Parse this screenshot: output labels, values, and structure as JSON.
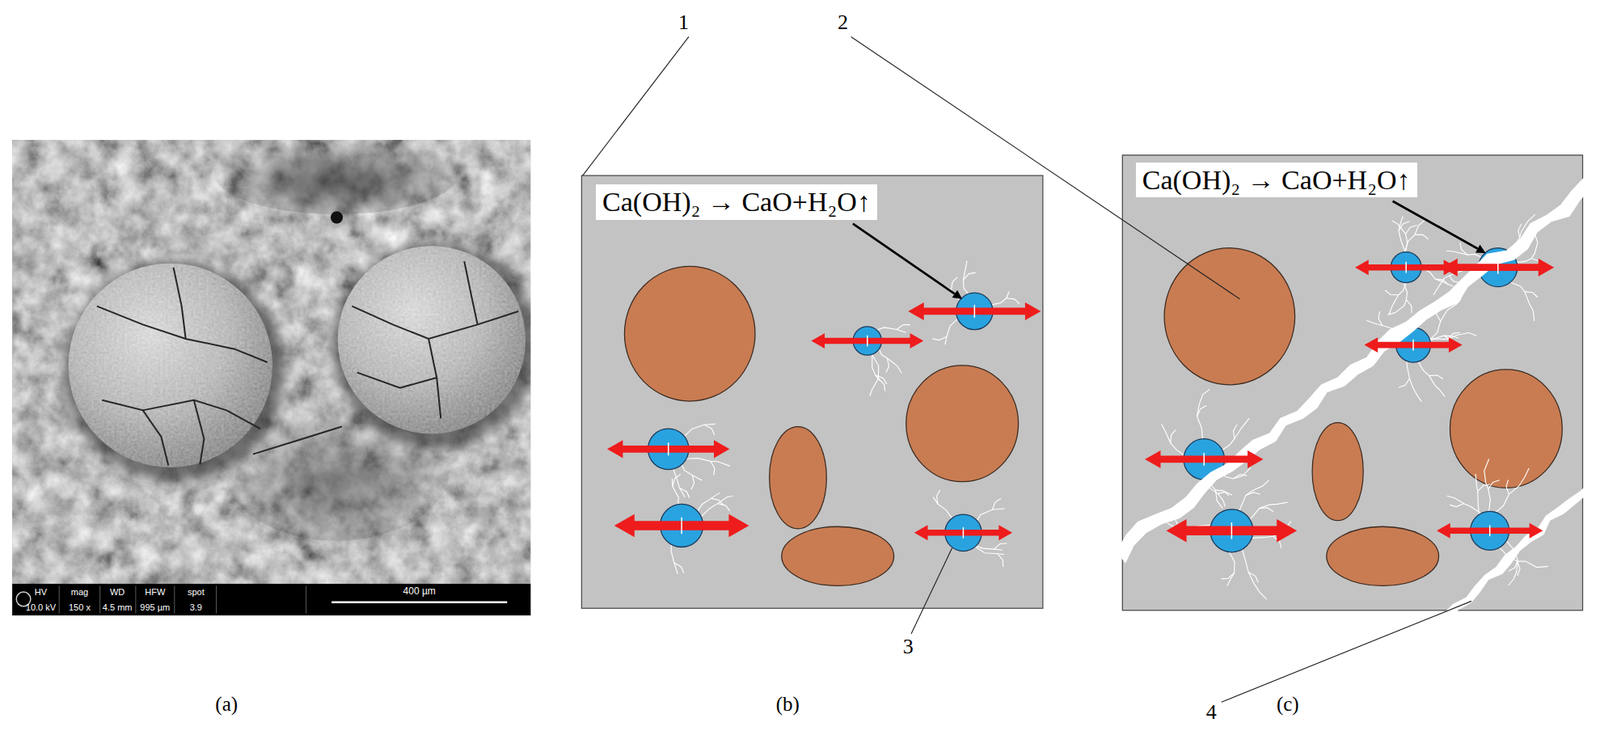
{
  "diagram": {
    "nodes": [
      {
        "text": [
          "Ca(OH)₂ → CaO+H₂O↑"
        ]
      },
      {
        "text": [
          "Ca(OH)₂ → CaO+H₂O↑"
        ]
      }
    ],
    "labels": [
      "1",
      "2",
      "3",
      "4",
      "(a)",
      "(b)",
      "(c)",
      "HV",
      "mag",
      "WD",
      "HFW",
      "spot",
      "10.0 kV",
      "150 x",
      "4.5 mm",
      "995 µm",
      "3.9",
      "400 µm"
    ]
  }
}
